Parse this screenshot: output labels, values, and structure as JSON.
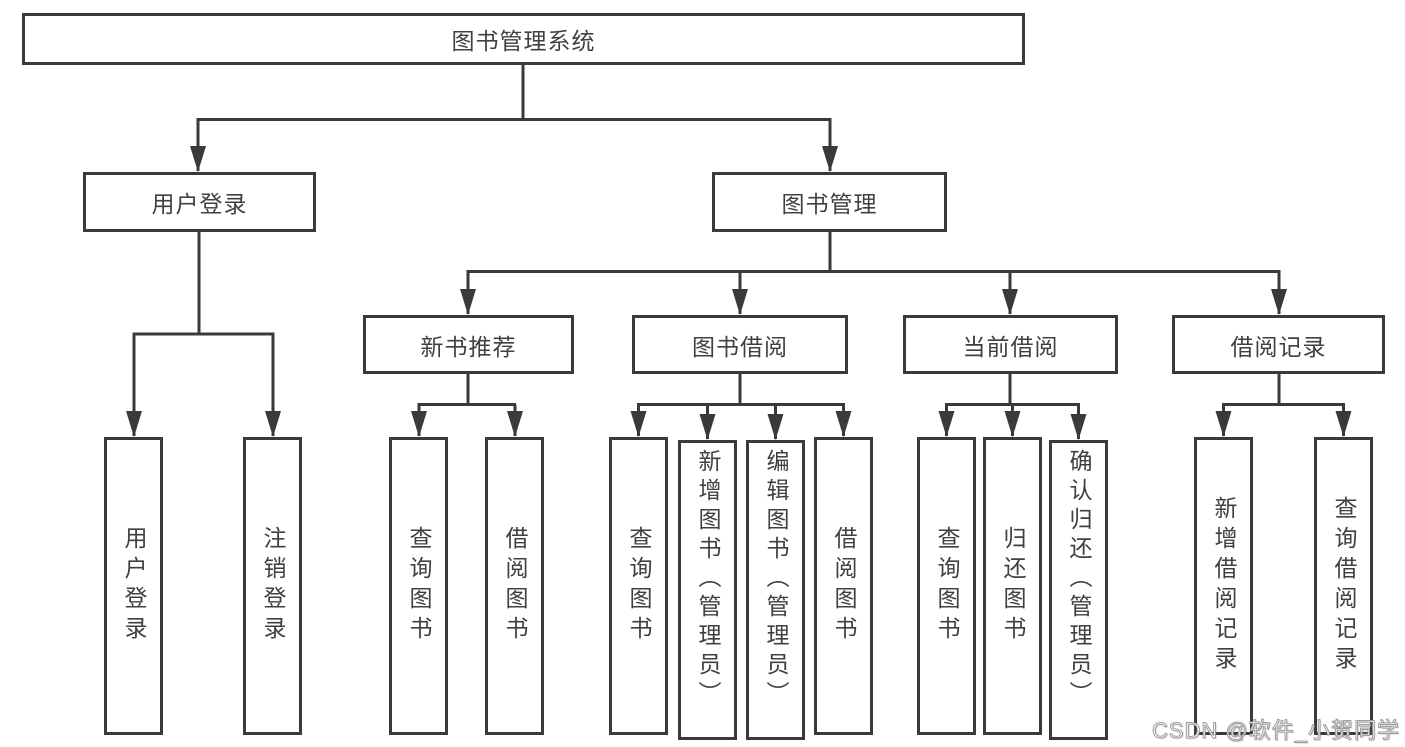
{
  "tree": {
    "root": {
      "label": "图书管理系统",
      "children": [
        {
          "label": "用户登录",
          "children": [
            {
              "label": "用户登录"
            },
            {
              "label": "注销登录"
            }
          ]
        },
        {
          "label": "图书管理",
          "children": [
            {
              "label": "新书推荐",
              "children": [
                {
                  "label": "查询图书"
                },
                {
                  "label": "借阅图书"
                }
              ]
            },
            {
              "label": "图书借阅",
              "children": [
                {
                  "label": "查询图书"
                },
                {
                  "label": "新增图书（管理员）"
                },
                {
                  "label": "编辑图书（管理员）"
                },
                {
                  "label": "借阅图书"
                }
              ]
            },
            {
              "label": "当前借阅",
              "children": [
                {
                  "label": "查询图书"
                },
                {
                  "label": "归还图书"
                },
                {
                  "label": "确认归还（管理员）"
                }
              ]
            },
            {
              "label": "借阅记录",
              "children": [
                {
                  "label": "新增借阅记录"
                },
                {
                  "label": "查询借阅记录"
                }
              ]
            }
          ]
        }
      ]
    }
  },
  "watermark": {
    "text": "CSDN @软件_小贺同学"
  },
  "colors": {
    "line": "#3a3a3a",
    "text": "#404040",
    "background": "#ffffff",
    "watermark_stroke": "#969092"
  }
}
